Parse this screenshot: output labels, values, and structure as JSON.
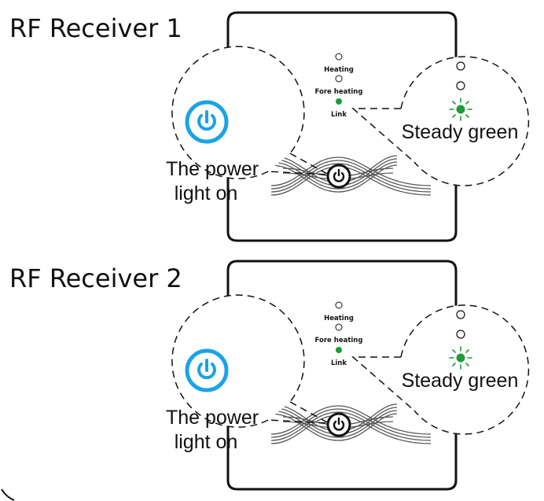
{
  "panels": [
    {
      "title": "RF Receiver 1",
      "led_labels": [
        "Heating",
        "Fore heating",
        "Link"
      ],
      "left_callout": [
        "The power",
        "light on"
      ],
      "right_callout": "Steady green"
    },
    {
      "title": "RF Receiver 2",
      "led_labels": [
        "Heating",
        "Fore heating",
        "Link"
      ],
      "left_callout": [
        "The power",
        "light on"
      ],
      "right_callout": "Steady green"
    }
  ],
  "colors": {
    "power_icon": "#1aa3e8",
    "link_led": "#1f9a3a",
    "outline": "#111111"
  },
  "icons": {
    "power": "power-icon",
    "led": "led-indicator-icon"
  }
}
